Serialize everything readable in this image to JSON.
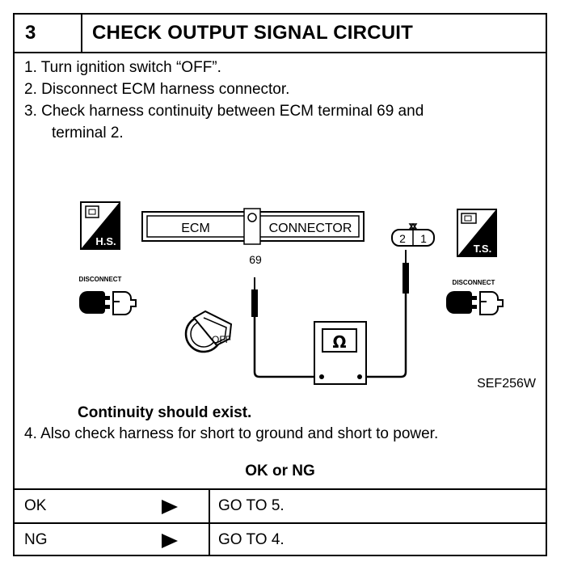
{
  "header": {
    "number": "3",
    "title": "CHECK OUTPUT SIGNAL CIRCUIT"
  },
  "steps": [
    "1. Turn ignition switch “OFF”.",
    "2. Disconnect ECM harness connector.",
    "3. Check harness continuity between ECM terminal 69 and",
    "terminal 2."
  ],
  "diagram": {
    "ecm_label": "ECM",
    "connector_label": "CONNECTOR",
    "terminal_ecm": "69",
    "terminal_a": "2",
    "terminal_b": "1",
    "hs_badge": "H.S.",
    "ts_badge": "T.S.",
    "disconnect_left": "DISCONNECT",
    "disconnect_right": "DISCONNECT",
    "key_label": "OFF",
    "meter_symbol": "Ω",
    "figure_code": "SEF256W"
  },
  "result_text": "Continuity should exist.",
  "step4": "4. Also check harness for short to ground and short to power.",
  "okng_label": "OK or NG",
  "outcomes": [
    {
      "key": "OK",
      "action": "GO TO 5."
    },
    {
      "key": "NG",
      "action": "GO TO 4."
    }
  ]
}
